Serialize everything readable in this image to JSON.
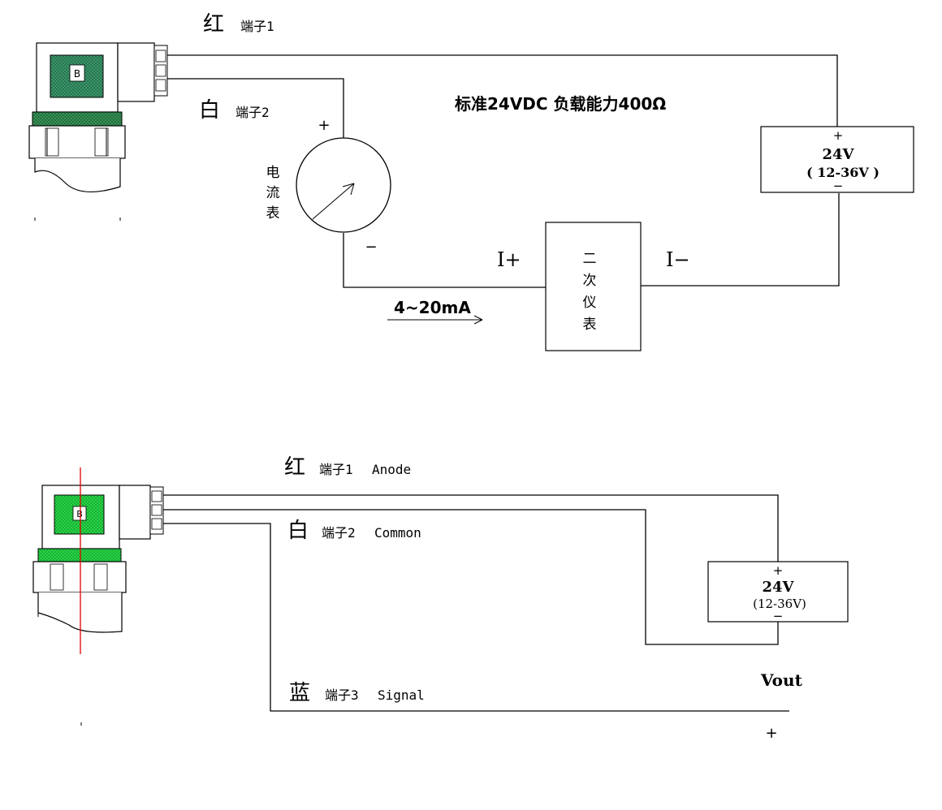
{
  "top": {
    "wire1_color": "红",
    "wire1_terminal": "端子1",
    "wire2_color": "白",
    "wire2_terminal": "端子2",
    "spec": "标准24VDC 负载能力400Ω",
    "ammeter_label": [
      "电",
      "流",
      "表"
    ],
    "ammeter_plus": "+",
    "ammeter_minus": "−",
    "supply_plus": "+",
    "supply_voltage": "24V",
    "supply_range": "( 12-36V )",
    "supply_minus": "−",
    "instrument_label": [
      "二",
      "次",
      "仪",
      "表"
    ],
    "i_plus": "I+",
    "i_minus": "I−",
    "current_range": "4~20mA",
    "sensor_badge": "B"
  },
  "bottom": {
    "wire1_color": "红",
    "wire1_terminal": "端子1",
    "wire1_name": "Anode",
    "wire2_color": "白",
    "wire2_terminal": "端子2",
    "wire2_name": "Common",
    "wire3_color": "蓝",
    "wire3_terminal": "端子3",
    "wire3_name": "Signal",
    "supply_plus": "+",
    "supply_voltage": "24V",
    "supply_range": "(12-36V)",
    "supply_minus": "−",
    "vout_label": "Vout",
    "vout_plus": "+",
    "sensor_badge": "B"
  },
  "colors": {
    "sensor_window_top": "#2e8b57",
    "sensor_band_top": "#3a9a5a",
    "sensor_window_bottom": "#22c93a",
    "sensor_band_bottom": "#2ad84a",
    "centerline": "#e00000"
  }
}
